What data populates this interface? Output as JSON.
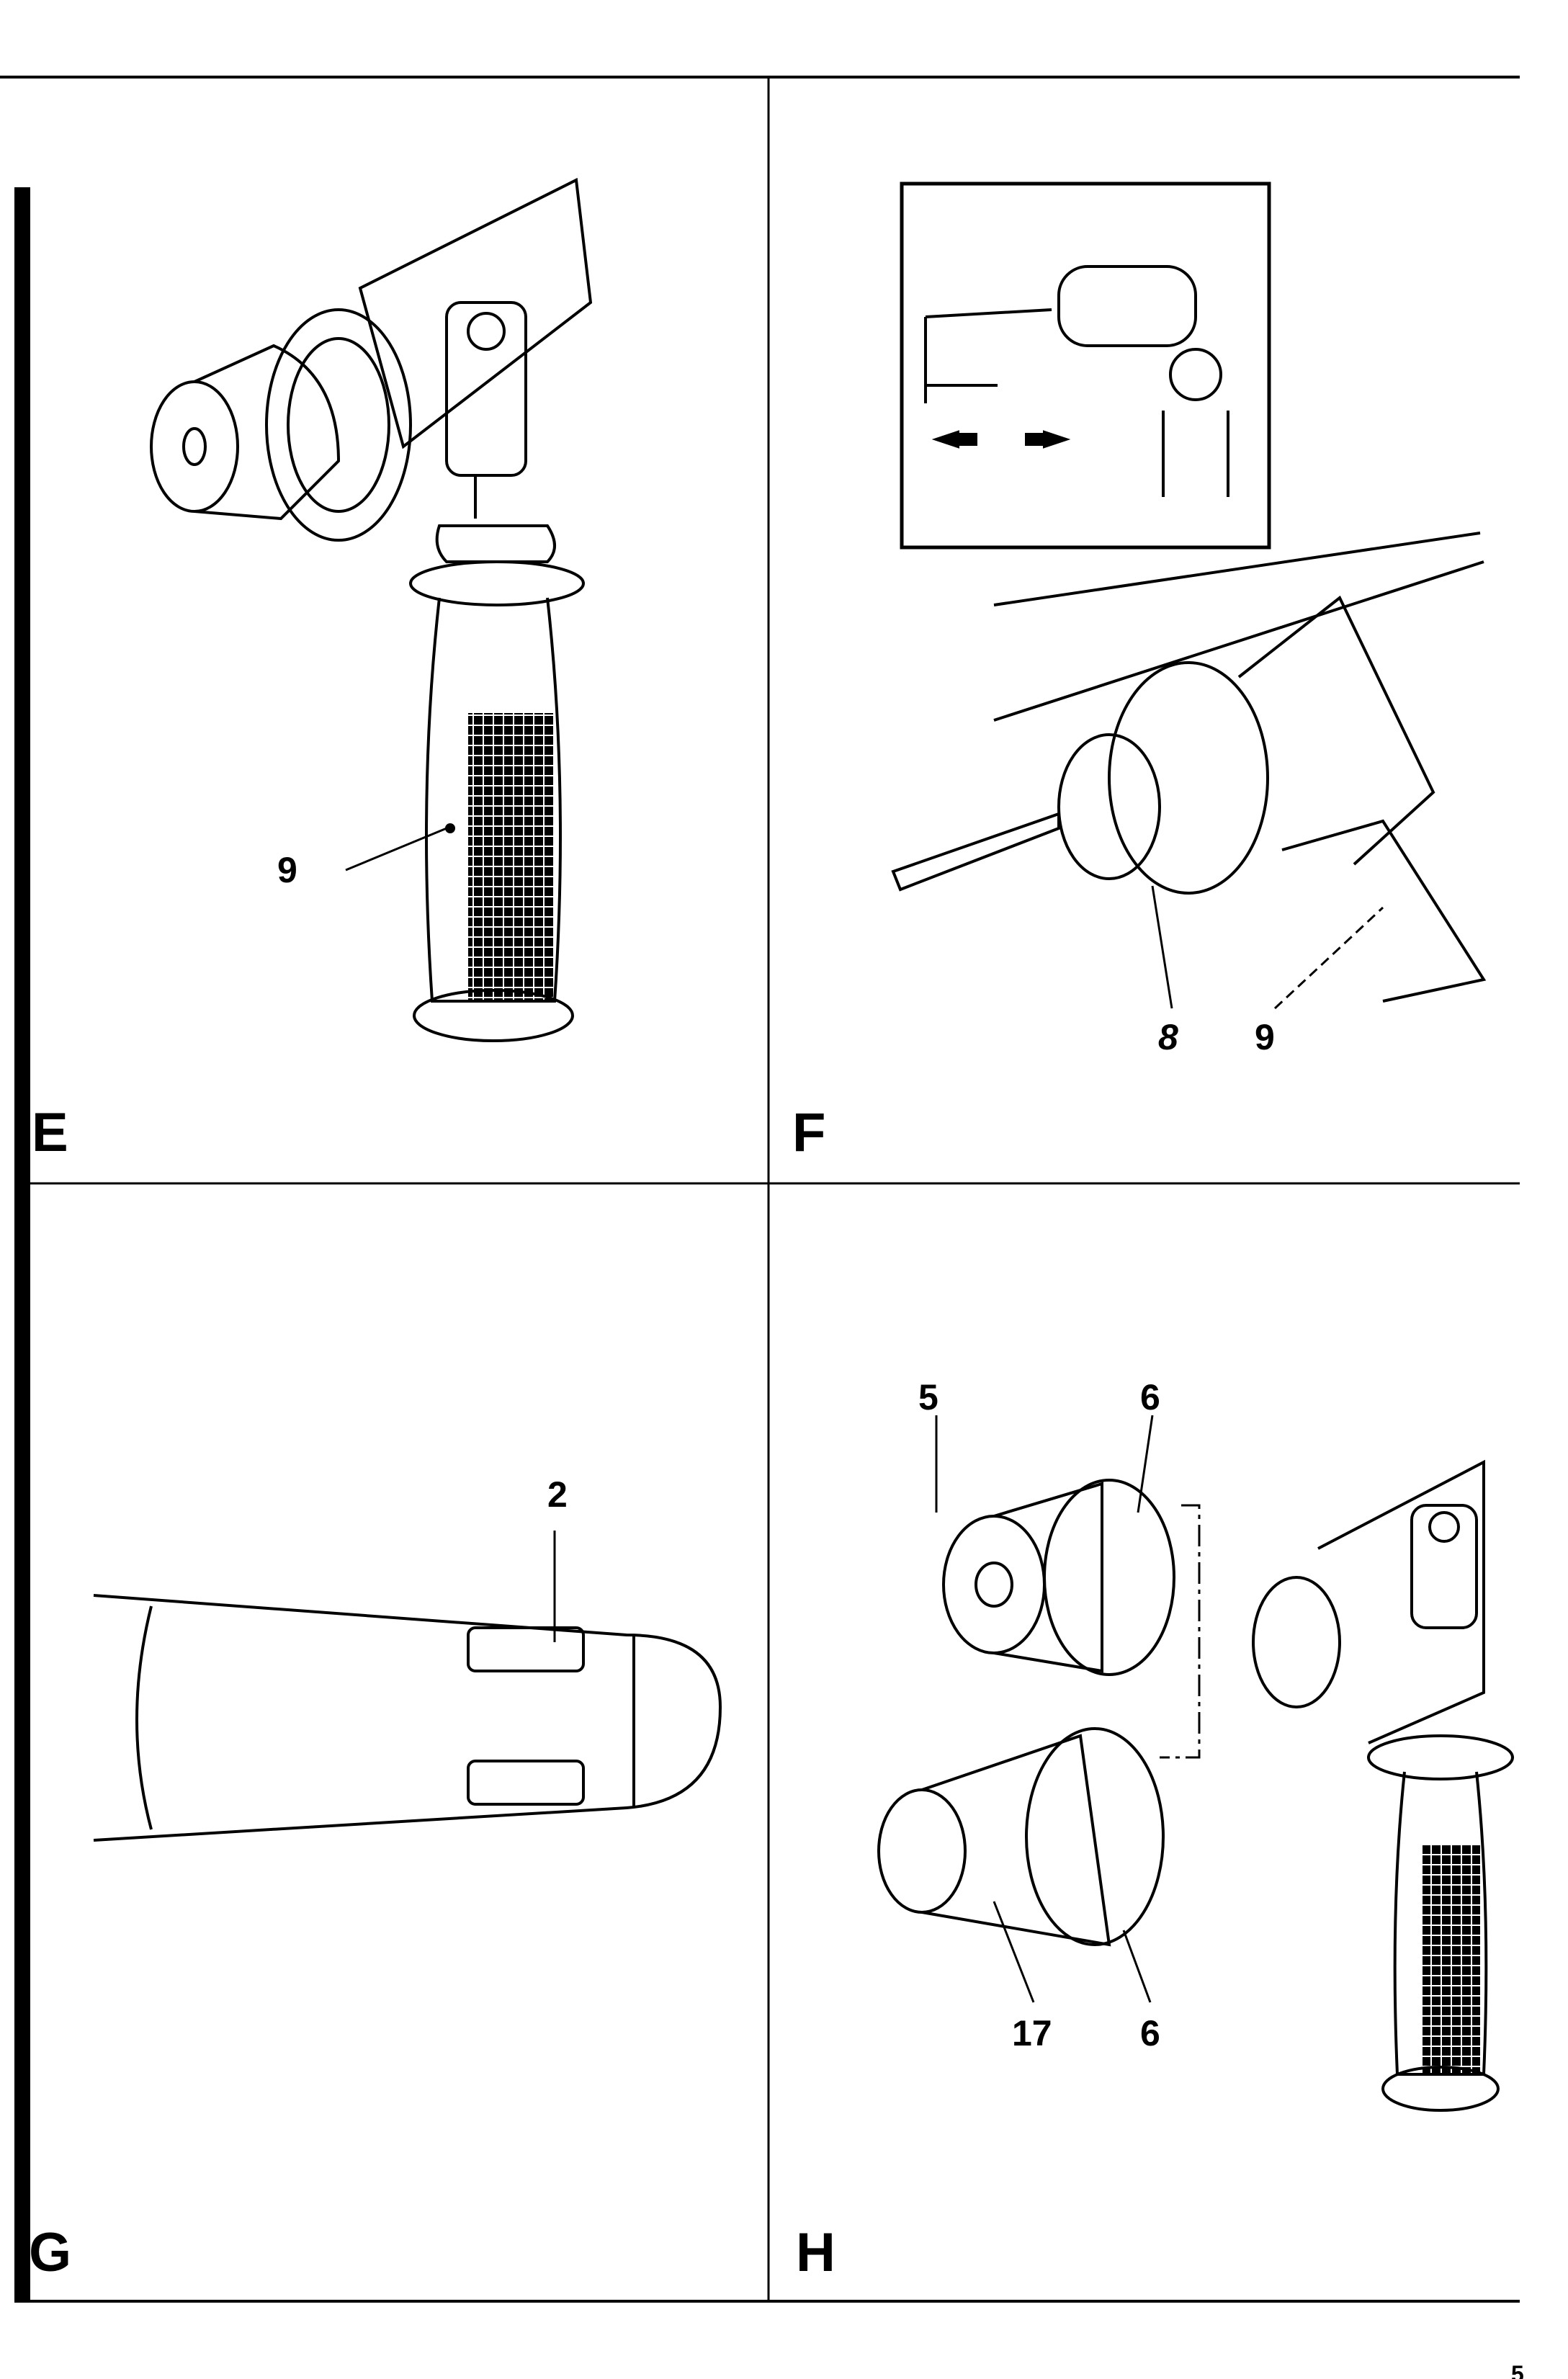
{
  "panels": {
    "E": {
      "letter": "E",
      "callouts": [
        "9"
      ]
    },
    "F": {
      "letter": "F",
      "callouts": [
        "8",
        "9"
      ]
    },
    "G": {
      "letter": "G",
      "callouts": [
        "2"
      ]
    },
    "H": {
      "letter": "H",
      "callouts": [
        "5",
        "6",
        "17",
        "6"
      ]
    }
  },
  "page_number": "5"
}
